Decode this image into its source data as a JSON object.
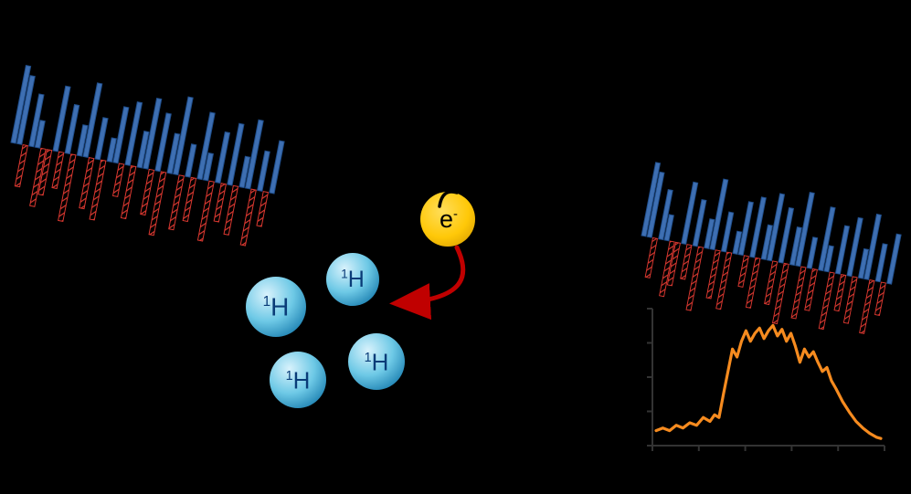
{
  "figure": {
    "description": "Electron impact on 1H nuclear spins: shaped pulse train before, pulse train plus broadened spectrum after",
    "background": "#000000"
  },
  "colors": {
    "bar_blue": "#3E6FB2",
    "bar_blue_edge": "#1F4E8C",
    "bar_red": "#D93830",
    "electron_hi": "#FFDE5A",
    "electron_fill": "#FFC808",
    "electron_edge": "#D89E00",
    "arrow_red": "#C00000",
    "sphere_light": "#D8F2FC",
    "sphere_mid": "#6EC9E6",
    "sphere_dark": "#1B7FB0",
    "spectrum_orange": "#F68B1F",
    "axis": "#333333",
    "proton_label": "#0A3C78",
    "electron_label": "#000000"
  },
  "electron": {
    "symbol": "e",
    "charge": "-"
  },
  "proton": {
    "isotope": "1",
    "symbol": "H"
  },
  "pulse_sequence": {
    "bars": [
      86,
      76,
      -46,
      58,
      30,
      -64,
      -50,
      72,
      -40,
      54,
      -74,
      34,
      82,
      -56,
      46,
      -66,
      26,
      62,
      -36,
      70,
      -58,
      40,
      78,
      -50,
      64,
      -70,
      44,
      86,
      -60,
      36,
      -48,
      74,
      30,
      -66,
      56,
      -42,
      68,
      -54,
      34,
      76,
      -62,
      44,
      -38,
      58
    ]
  },
  "chart_data": {
    "type": "line",
    "title": "",
    "xlabel": "",
    "ylabel": "",
    "grid": false,
    "legend": false,
    "xlim": [
      0,
      1
    ],
    "ylim": [
      0,
      1
    ],
    "series": [
      {
        "name": "broadened-spectrum",
        "color": "#F68B1F",
        "x": [
          0,
          0.03,
          0.06,
          0.09,
          0.12,
          0.15,
          0.18,
          0.21,
          0.24,
          0.26,
          0.28,
          0.3,
          0.32,
          0.34,
          0.36,
          0.38,
          0.4,
          0.42,
          0.44,
          0.46,
          0.48,
          0.5,
          0.52,
          0.54,
          0.56,
          0.58,
          0.6,
          0.62,
          0.64,
          0.66,
          0.68,
          0.7,
          0.72,
          0.74,
          0.76,
          0.78,
          0.8,
          0.83,
          0.86,
          0.89,
          0.92,
          0.95,
          0.98,
          1.0
        ],
        "y": [
          0.1,
          0.12,
          0.1,
          0.14,
          0.12,
          0.16,
          0.14,
          0.2,
          0.17,
          0.22,
          0.2,
          0.38,
          0.55,
          0.72,
          0.66,
          0.78,
          0.86,
          0.78,
          0.84,
          0.88,
          0.8,
          0.86,
          0.9,
          0.82,
          0.87,
          0.78,
          0.84,
          0.74,
          0.62,
          0.72,
          0.66,
          0.7,
          0.62,
          0.55,
          0.58,
          0.48,
          0.42,
          0.32,
          0.24,
          0.17,
          0.12,
          0.08,
          0.05,
          0.04
        ]
      }
    ]
  }
}
